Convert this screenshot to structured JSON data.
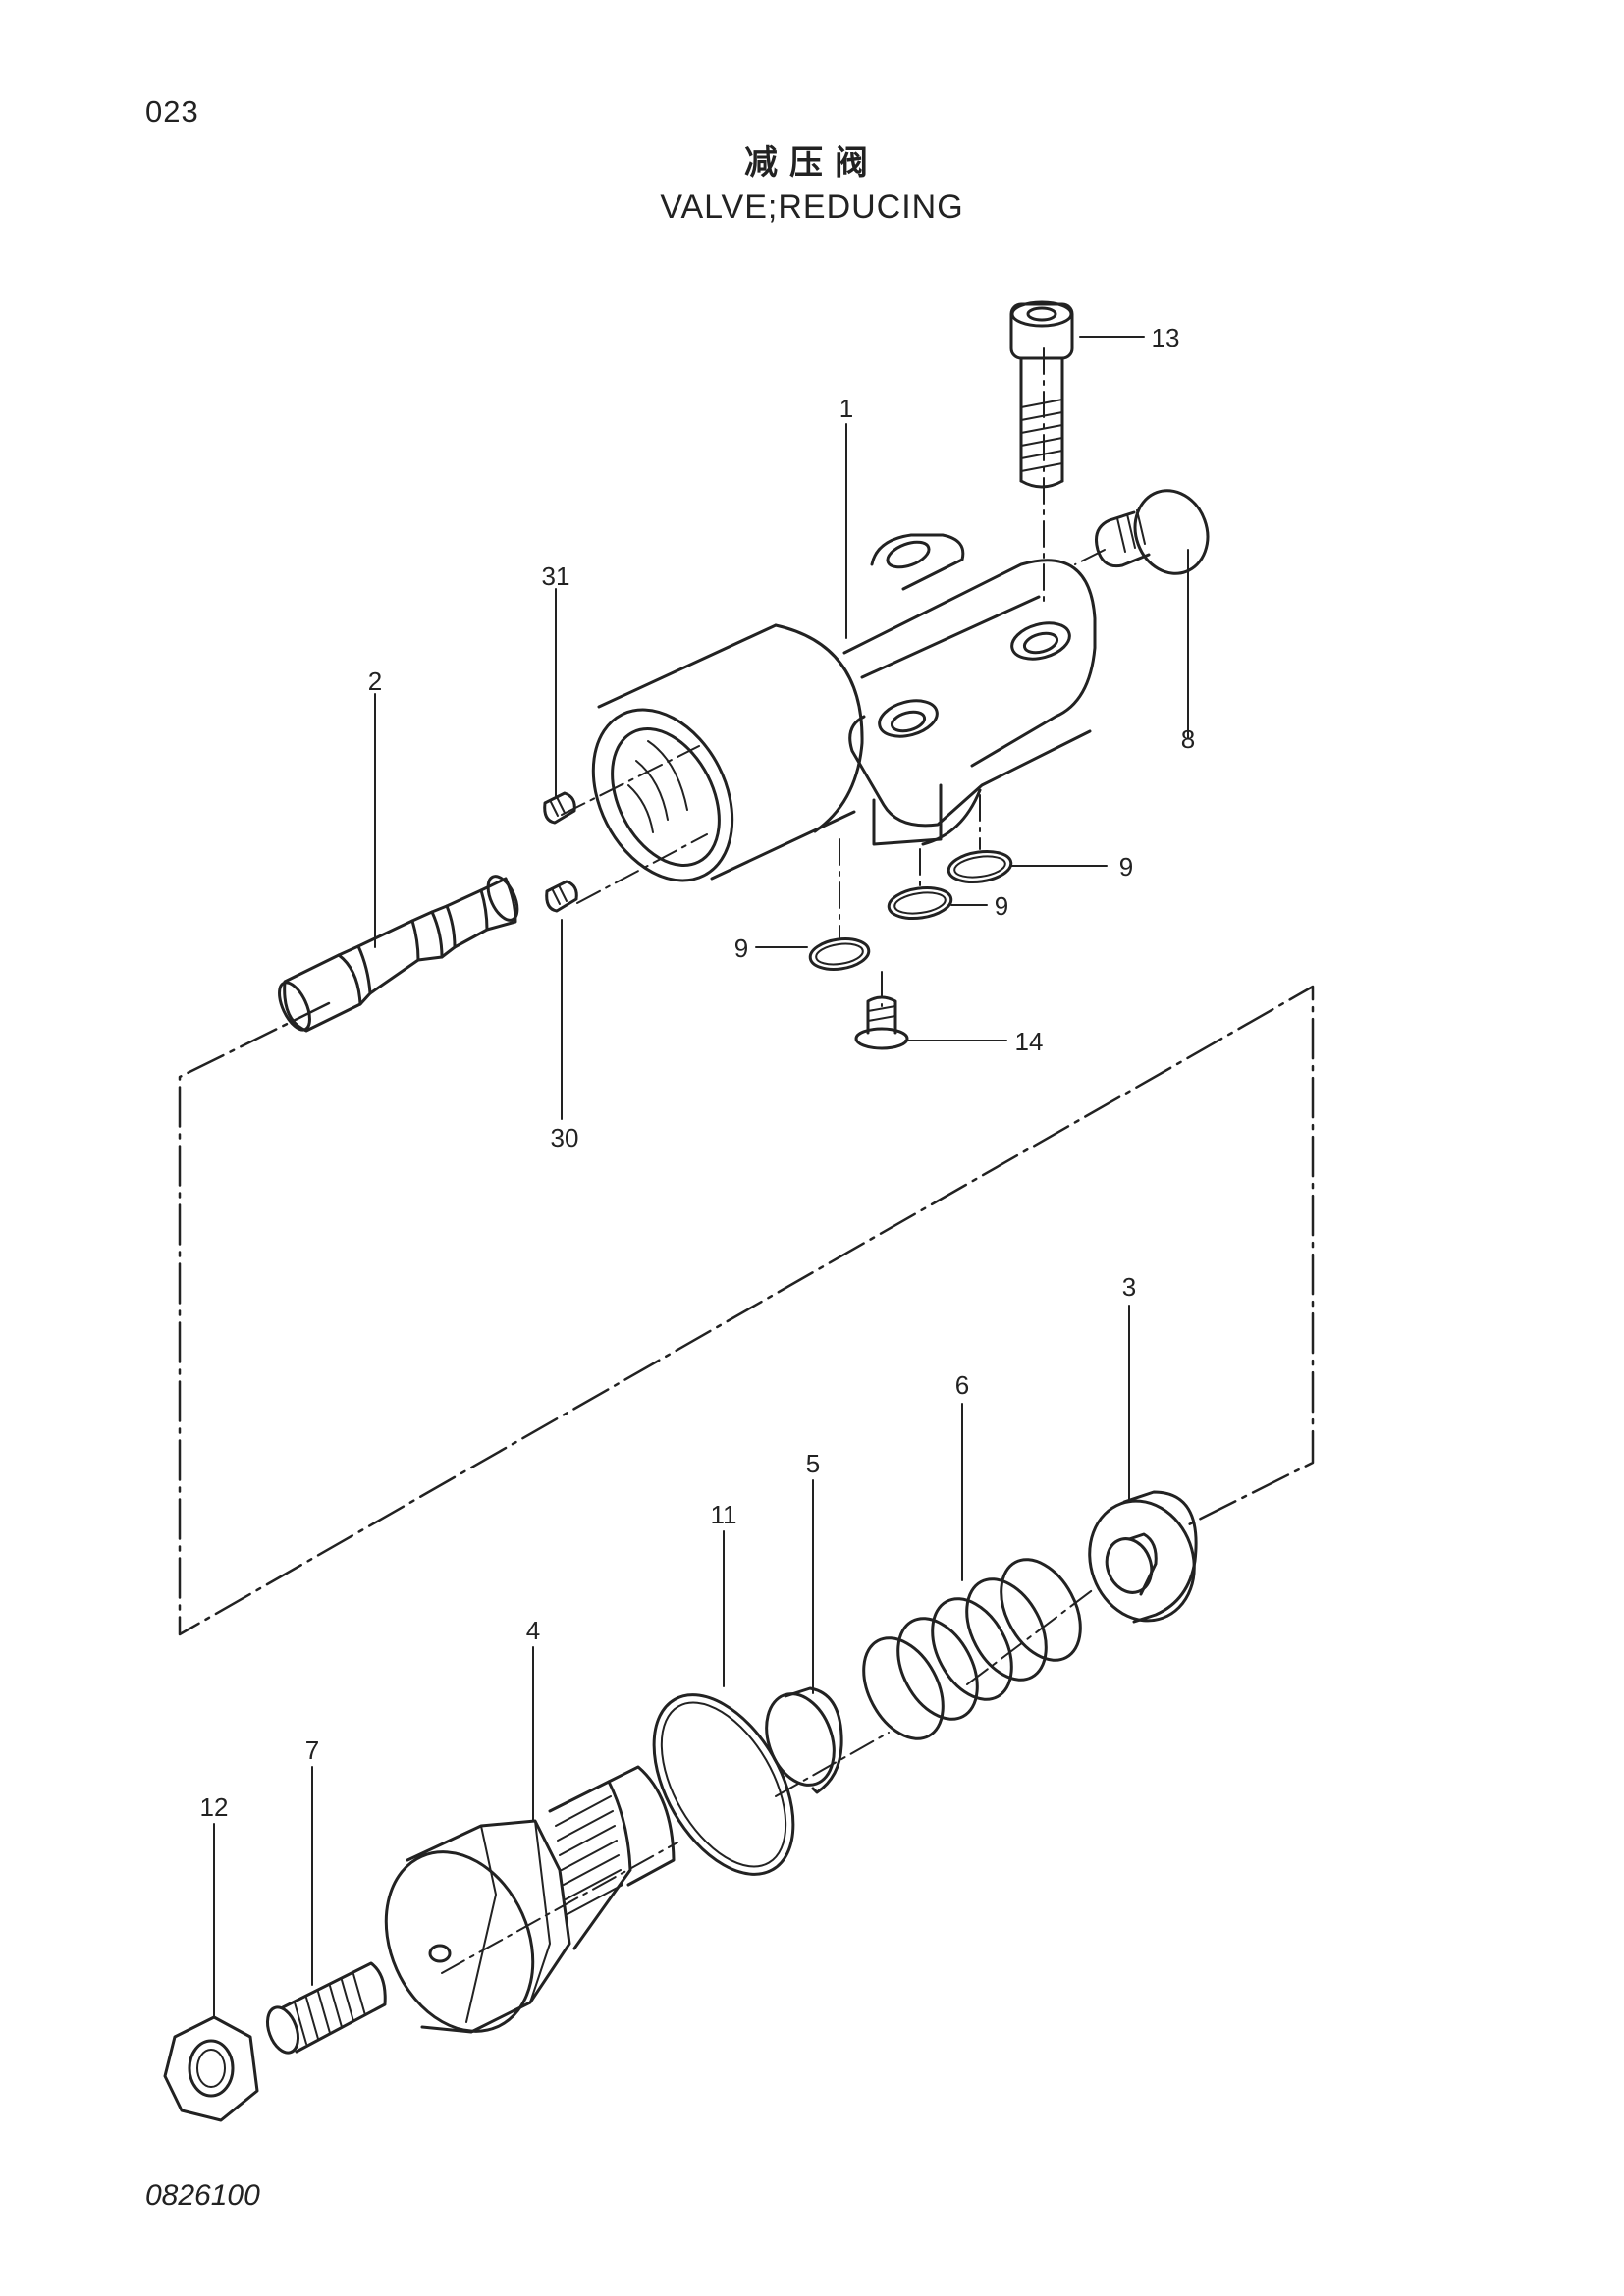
{
  "page_number": "023",
  "title_cn": "减压阀",
  "title_en": "VALVE;REDUCING",
  "drawing_code": "0826100",
  "parts": {
    "p1": "1",
    "p2": "2",
    "p3": "3",
    "p4": "4",
    "p5": "5",
    "p6": "6",
    "p7": "7",
    "p8": "8",
    "p9a": "9",
    "p9b": "9",
    "p9c": "9",
    "p11": "11",
    "p12": "12",
    "p13": "13",
    "p14": "14",
    "p30": "30",
    "p31": "31"
  }
}
